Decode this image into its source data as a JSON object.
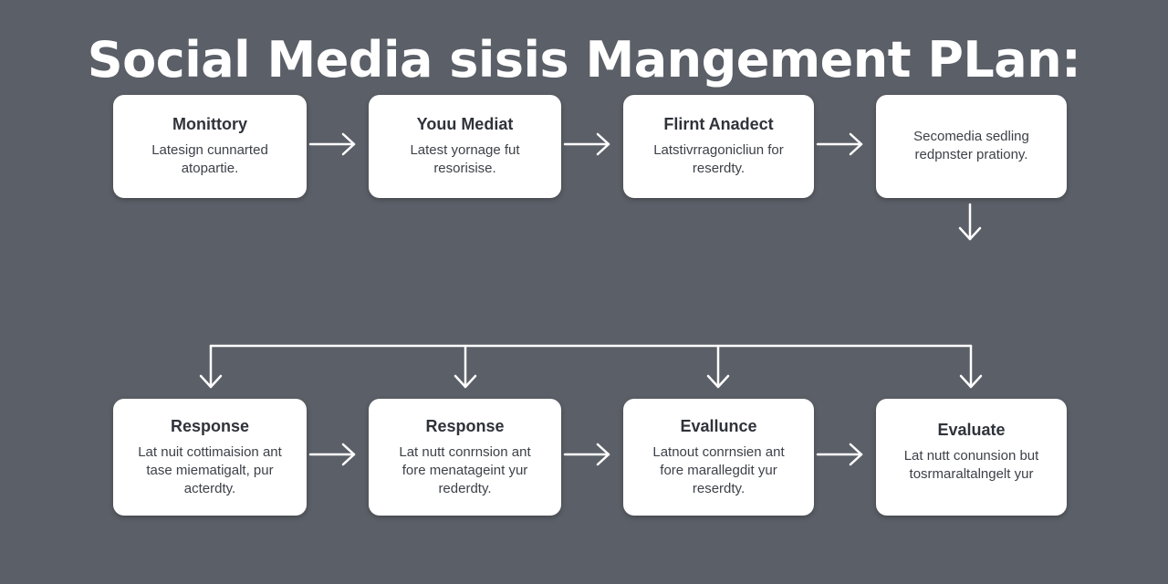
{
  "title": "Social Media sisis Mangement PLan:",
  "steps_top": [
    {
      "title": "Monittory",
      "desc": "Latesign cunnarted\natopartie."
    },
    {
      "title": "Youu Mediat",
      "desc": "Latest yornage fut\nresorisise."
    },
    {
      "title": "Flirnt Anadect",
      "desc": "Latstivrragonicliun for\nreserdty."
    },
    {
      "title": "",
      "desc": "Secomedia sedling\nredpnster prationy."
    }
  ],
  "steps_bottom": [
    {
      "title": "Response",
      "desc": "Lat nuit cottimaision ant\ntase miematigalt, pur\nacterdty."
    },
    {
      "title": "Response",
      "desc": "Lat nutt conrnsion ant\nfore menatageint yur\nrederdty."
    },
    {
      "title": "Evallunce",
      "desc": "Latnout conrnsien ant\nfore marallegdit yur\nreserdty."
    },
    {
      "title": "Evaluate",
      "desc": "Lat nutt conunsion but\ntosrmaraltalngelt yur"
    }
  ],
  "colors": {
    "background": "#5b5f67",
    "box": "#ffffff",
    "connector": "#ffffff"
  },
  "icons": {
    "arrow": "arrow-right-icon",
    "arrow_down": "arrow-down-icon"
  }
}
